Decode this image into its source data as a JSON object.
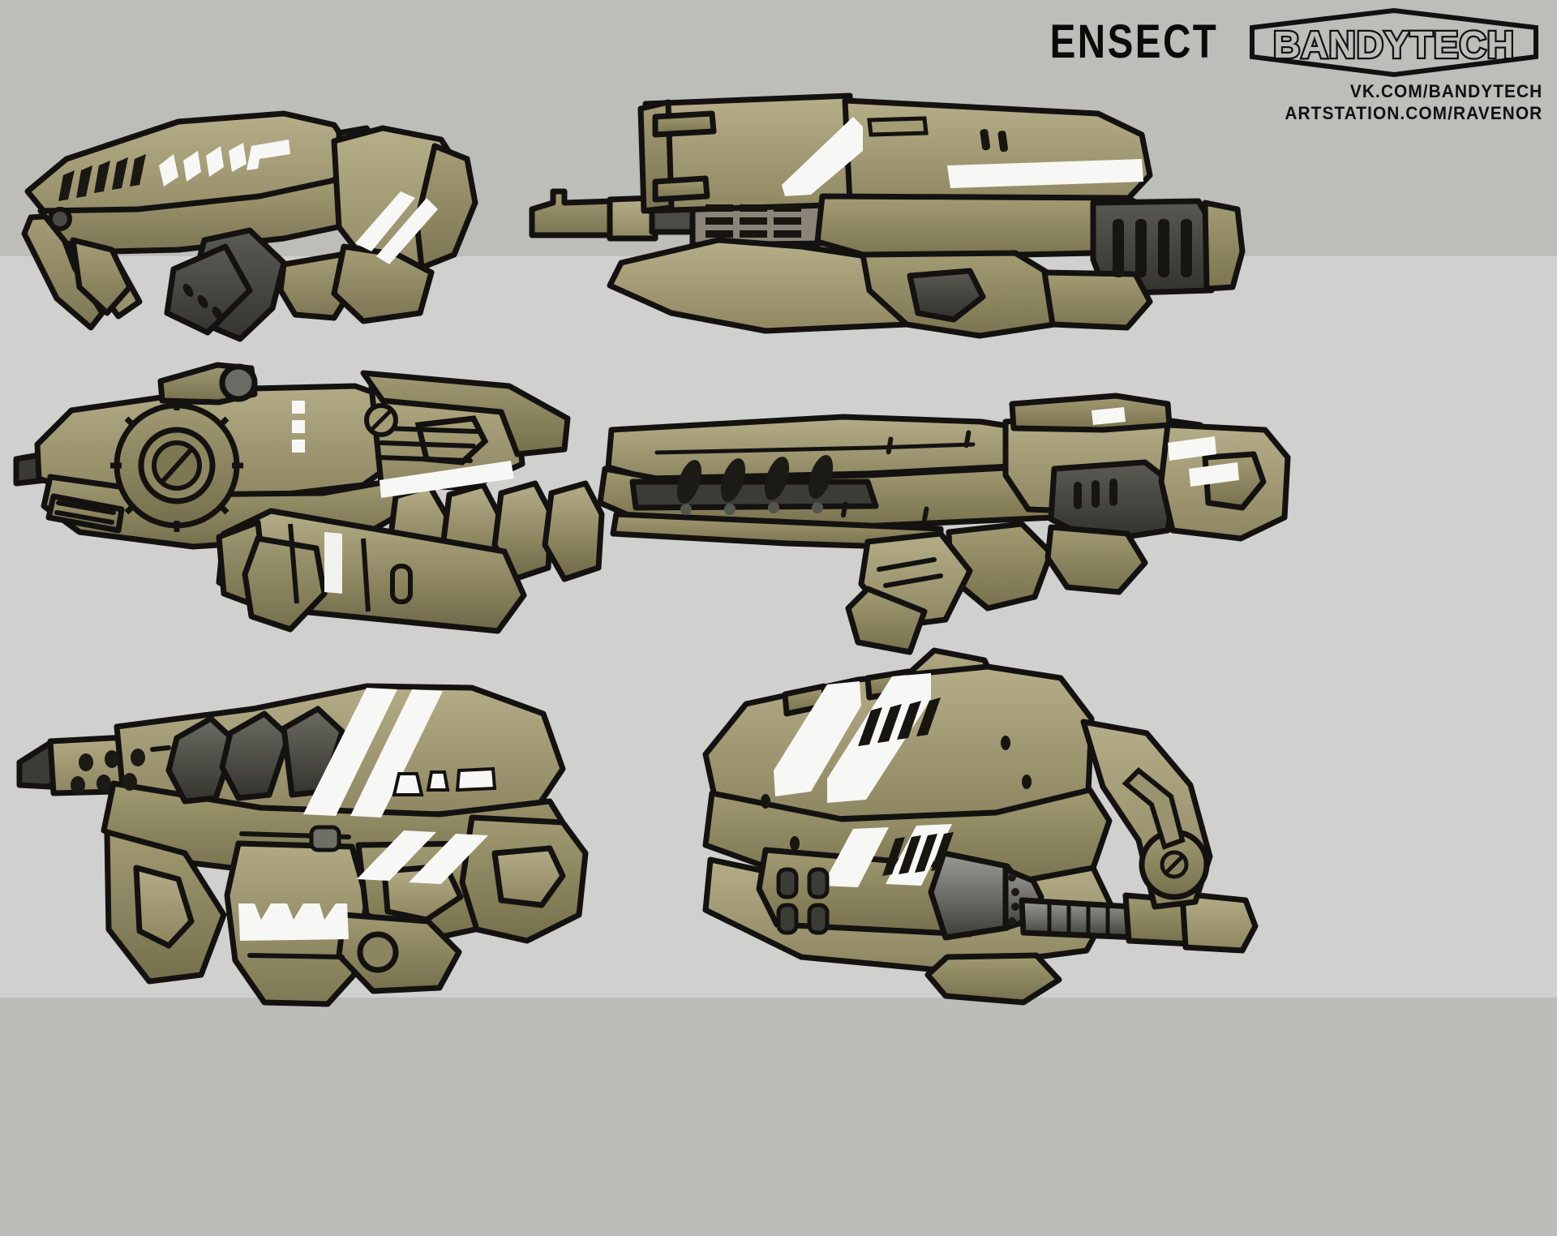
{
  "sheet": {
    "title": "ENSECT",
    "background_bands": [
      "#bdbdb9",
      "#d0d0ce",
      "#bcbcb8"
    ]
  },
  "header": {
    "title": "ENSECT",
    "logo_text": "BANDYTECH",
    "links": [
      "VK.COM/BANDYTECH",
      "ARTSTATION.COM/RAVENOR"
    ]
  },
  "palette": {
    "ink": "#141210",
    "olive_light": "#b3ac86",
    "olive": "#a39c74",
    "olive_mid": "#968f68",
    "olive_dark": "#7d7752",
    "olive_deep": "#6a6545",
    "decal_white": "#f7f7f5",
    "metal_dark": "#3d3d39",
    "metal_mid": "#575751",
    "metal_light": "#8a8a84",
    "shadow": "#2a2824"
  },
  "weapons": [
    {
      "id": "w-tl",
      "name": "bullpup-carbine-with-shield",
      "position": "top-left",
      "features": [
        "angled-upper-receiver",
        "vent-slashes",
        "white-hazard-decal",
        "folding-foregrip",
        "ribbed-magazine",
        "round-shoulder-shield",
        "chevron-stripes"
      ]
    },
    {
      "id": "w-tr",
      "name": "bullpup-assault-rifle",
      "position": "top-right",
      "features": [
        "cylindrical-receiver",
        "muzzle-brake",
        "ventilated-handguard",
        "white-diagonal-stripe",
        "angled-foregrip",
        "slotted-stock-panel",
        "charging-handle"
      ]
    },
    {
      "id": "w-ml",
      "name": "rotary-drum-grenade-launcher",
      "position": "middle-left",
      "features": [
        "cog-drum-cylinder",
        "top-scope",
        "shell-cluster",
        "large-suppressor-canister",
        "cooling-fins",
        "trigger-guard-loop"
      ]
    },
    {
      "id": "w-mr",
      "name": "long-barrel-battle-rifle",
      "position": "middle-right",
      "features": [
        "angular-barrel-shroud",
        "oval-gas-ports",
        "top-rail-sight",
        "skeleton-stock",
        "angled-magazine",
        "pistol-grip"
      ]
    },
    {
      "id": "w-bl",
      "name": "triple-tube-grenade-launcher",
      "position": "bottom-left",
      "features": [
        "three-launch-tubes",
        "vent-hole-cluster",
        "white-twin-stripes",
        "trapezoid-markings",
        "skeleton-stock",
        "drum-magazine",
        "front-blade-sight"
      ]
    },
    {
      "id": "w-br",
      "name": "heavy-minigun-cannon",
      "position": "bottom-right",
      "features": [
        "white-diagonal-stripes",
        "vent-slashes",
        "rotary-barrel-cluster",
        "conical-muzzle",
        "curved-rear-grip",
        "round-end-cap",
        "detached-magazine"
      ]
    }
  ]
}
